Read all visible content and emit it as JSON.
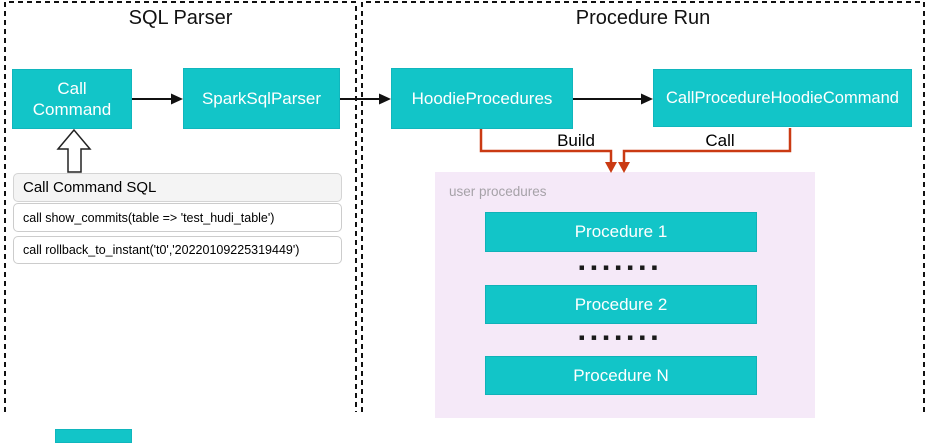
{
  "colors": {
    "teal": "#12c5c8",
    "teal_border": "#10b6bd",
    "orange": "#ca3a13",
    "black": "#111111",
    "purple_bg": "#f5e9f8",
    "panel_header_bg": "#f4f4f4",
    "panel_border": "#d4d4d4",
    "muted_label": "#a6a2a8"
  },
  "sections": {
    "sql_parser": {
      "title": "SQL Parser"
    },
    "procedure_run": {
      "title": "Procedure Run"
    }
  },
  "nodes": {
    "call_command": "Call Command",
    "spark_sql_parser": "SparkSqlParser",
    "hoodie_procedures": "HoodieProcedures",
    "call_procedure_hoodie_command": "CallProcedureHoodieCommand"
  },
  "edges": {
    "build_label": "Build",
    "call_label": "Call"
  },
  "sql_panel": {
    "title": "Call Command SQL",
    "rows": [
      "call show_commits(table => 'test_hudi_table')",
      "call rollback_to_instant('t0','20220109225319449')"
    ]
  },
  "user_procedures": {
    "label": "user procedures",
    "items": [
      "Procedure 1",
      "Procedure 2",
      "Procedure N"
    ],
    "separator_dots": "▪▪▪▪▪▪▪"
  }
}
